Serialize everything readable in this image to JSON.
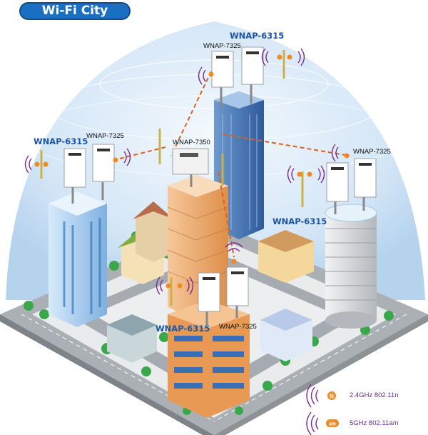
{
  "title": "Wi-Fi City",
  "labels": {
    "top_brand": "WNAP-6315",
    "top_model": "WNAP-7325",
    "left_brand": "WNAP-6315",
    "left_model": "WNAP-7325",
    "center_model": "WNAP-7350",
    "right_model": "WNAP-7325",
    "right_brand": "WNAP-6315",
    "bottom_brand": "WNAP-6315",
    "bottom_model": "WNAP-7325"
  },
  "legend": {
    "band_24": "2.4GHz 802.11n",
    "band_5": "5GHz 802.11a/n",
    "badge_24": "N",
    "badge_5": "a/n"
  },
  "colors": {
    "dome": "#cfe3f4",
    "link_line": "#e0601a",
    "wave_24": "#7a2d8d",
    "brand_text": "#1c54a6",
    "title_bg": "#1b6fc2"
  }
}
